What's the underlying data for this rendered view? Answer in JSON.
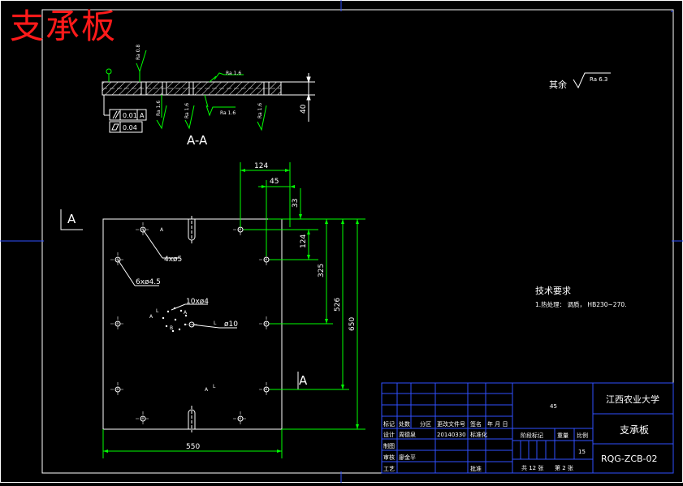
{
  "drawing_title": "支承板",
  "section_label": "A-A",
  "view_marker_label": "A",
  "tolerances": {
    "parallelism": {
      "value": "0.01",
      "datum": "A"
    },
    "flatness": {
      "value": "0.04"
    }
  },
  "roughness_marks": [
    "Ra 0.8",
    "Ra 1.6",
    "Ra 1.6",
    "Ra 1.6",
    "Ra 1.6",
    "Ra 1.6"
  ],
  "general_roughness": {
    "label": "其余",
    "value": "Ra 6.3"
  },
  "dimensions": {
    "section_thickness": "40",
    "d124_top": "124",
    "d45": "45",
    "d33": "33",
    "d124_side": "124",
    "d325": "325",
    "d526": "526",
    "d650": "650",
    "d550": "550"
  },
  "hole_callouts": {
    "c4x5": "4xø5",
    "c6x45": "6xø4.5",
    "c10x4": "10xø4",
    "c10": "ø10"
  },
  "tech_requirements": {
    "heading": "技术要求",
    "item1": "1.热处理：  调质，  HB230~270."
  },
  "title_block": {
    "university": "江西农业大学",
    "part_name": "支承板",
    "drawing_number": "RQG-ZCB-02",
    "material_cell": "45",
    "scale_value": "15",
    "header_labels": [
      "标记",
      "处数",
      "分区",
      "更改文件号",
      "签名",
      "年 月 日"
    ],
    "row_labels": [
      "设计",
      "制图",
      "审核",
      "工艺"
    ],
    "designer": "周德泉",
    "date": "20140330",
    "std_label": "标准化",
    "checker": "廖金平",
    "approve": "批准",
    "stage_label": "阶段标记",
    "weight_label": "重量",
    "scale_label": "比例",
    "sheets": "共 12 张",
    "sheet_no": "第 2 张"
  }
}
